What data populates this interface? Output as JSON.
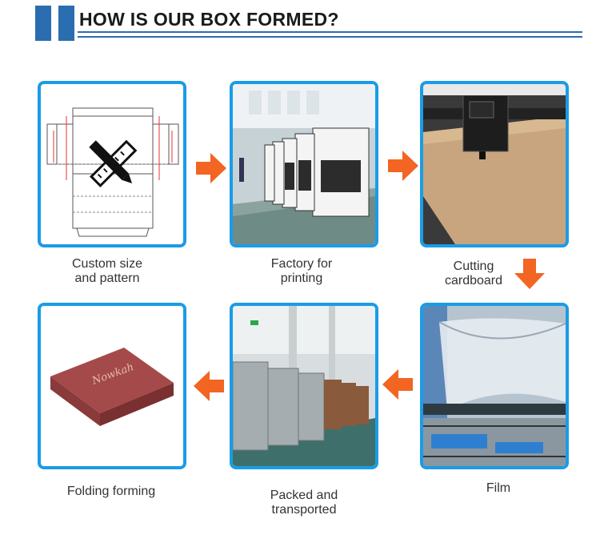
{
  "header": {
    "title": "HOW IS OUR BOX FORMED?"
  },
  "steps": [
    {
      "line1": "Custom size",
      "line2": "and pattern"
    },
    {
      "line1": "Factory for",
      "line2": "printing"
    },
    {
      "line1": "Cutting",
      "line2": "cardboard"
    },
    {
      "line1": "Film",
      "line2": ""
    },
    {
      "line1": "Packed and",
      "line2": "transported"
    },
    {
      "line1": "Folding forming",
      "line2": ""
    }
  ],
  "box_logo_text": "Nowkah",
  "colors": {
    "accent": "#2a6db0",
    "frame": "#1a9ce6",
    "arrow": "#f26522"
  }
}
